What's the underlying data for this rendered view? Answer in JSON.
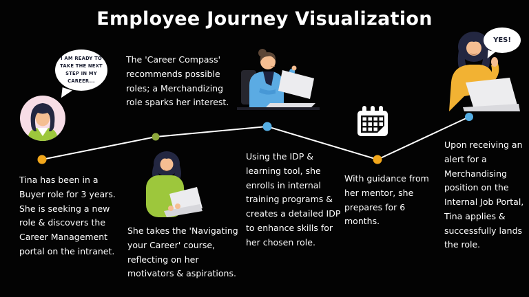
{
  "title": "Employee Journey Visualization",
  "speech": {
    "intro": "I AM READY TO TAKE THE NEXT STEP IN MY CAREER...",
    "yes": "YES!"
  },
  "colors": {
    "background": "#030303",
    "text": "#FFFFFF",
    "line": "#FFFFFF",
    "dot_orange": "#F2A71B",
    "dot_green": "#8EA93C",
    "dot_blue": "#55AEE4"
  },
  "illustrations": {
    "step1": "tina-avatar",
    "step2": "woman-typing-on-laptop",
    "step3": "woman-at-desk",
    "step4": "calendar-icon",
    "step5": "woman-celebrating"
  },
  "steps": [
    {
      "dot_color": "#F2A71B",
      "description": "Tina has been in a Buyer role for 3 years. She is seeking a new role & discovers the Career Management portal on the intranet."
    },
    {
      "dot_color": "#8EA93C",
      "description_top": "The 'Career Compass' recommends possible roles; a Merchandizing role sparks her interest.",
      "description_bottom": "She takes the 'Navigating your Career' course, reflecting on her motivators & aspirations."
    },
    {
      "dot_color": "#55AEE4",
      "description": "Using the IDP & learning tool, she enrolls in internal training programs & creates a detailed IDP to enhance skills for her chosen role."
    },
    {
      "dot_color": "#F2A71B",
      "description": "With guidance from her mentor, she prepares for 6 months."
    },
    {
      "dot_color": "#55AEE4",
      "description": "Upon receiving an alert for a Merchandising position on the Internal Job Portal, Tina applies & successfully lands the role."
    }
  ]
}
